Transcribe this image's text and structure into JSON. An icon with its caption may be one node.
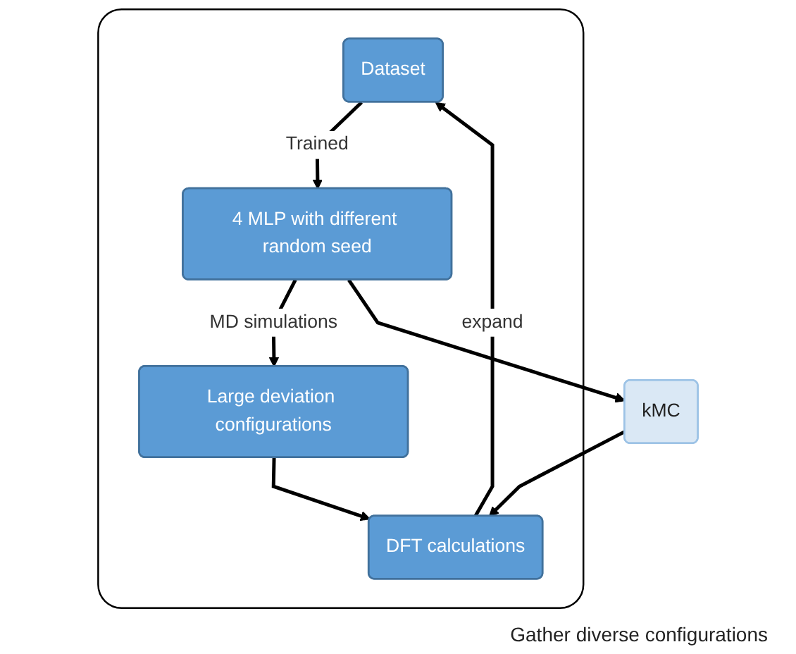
{
  "diagram": {
    "nodes": [
      {
        "text": [],
        "shape": "box"
      },
      {
        "text": [
          "Dataset"
        ],
        "in": 0
      },
      {
        "text": [
          "4 MLP with different random seed"
        ],
        "in": 0
      },
      {
        "text": [
          "Large deviation configurations"
        ],
        "in": 0
      },
      {
        "text": [
          "DFT calculations"
        ],
        "in": 0
      },
      {
        "text": [
          "kMC"
        ]
      }
    ],
    "labels": [
      "Gather diverse configurations"
    ],
    "edges": [
      {
        "from": 1,
        "to": 2,
        "arrow": "to",
        "label": "Trained"
      },
      {
        "from": 2,
        "to": 3,
        "arrow": "to",
        "label": "MD simulations"
      },
      {
        "from": 3,
        "to": 4,
        "arrow": "to"
      },
      {
        "from": 4,
        "to": 1,
        "arrow": "to",
        "label": "expand"
      },
      {
        "from": 2,
        "to": 5,
        "arrow": "to"
      },
      {
        "from": 5,
        "to": 4,
        "arrow": "to"
      }
    ]
  }
}
